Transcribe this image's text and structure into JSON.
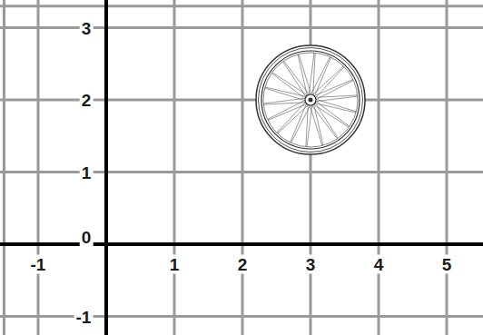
{
  "diagram": {
    "labels": [
      "3",
      "2",
      "1",
      "0",
      "-1",
      "1",
      "2",
      "3",
      "4",
      "5",
      "-1"
    ]
  }
}
